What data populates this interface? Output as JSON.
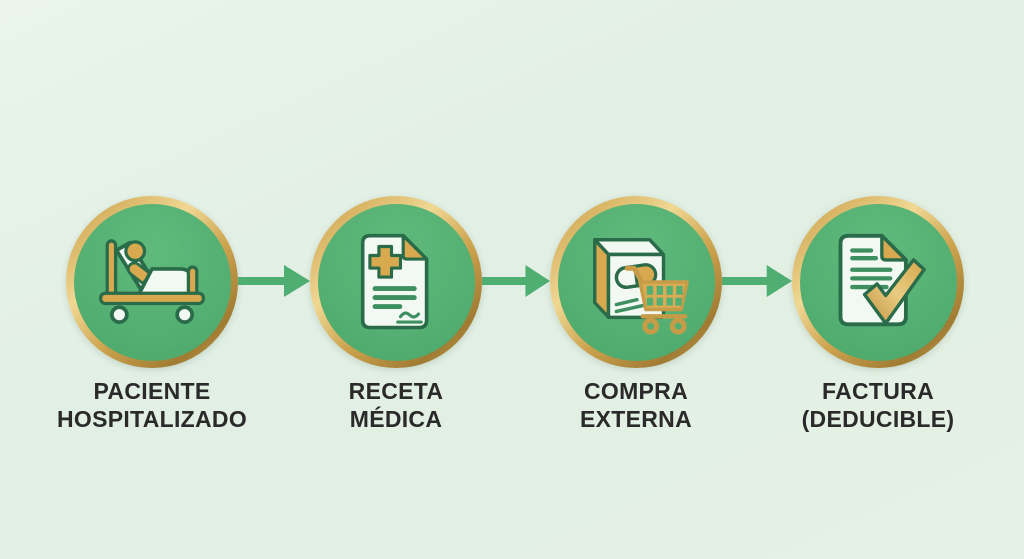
{
  "diagram": {
    "background_color": "#e4f1e6",
    "circle_fill_color": "#54b073",
    "ring_gold_color": "#c89c48",
    "arrow_color": "#4fae72",
    "label_color": "#2a2a2a",
    "icon_stroke_color": "#2a6b4a",
    "icon_gold_color": "#d9a94f",
    "icon_paper_color": "#f2f8f2"
  },
  "steps": [
    {
      "id": "paciente-hospitalizado",
      "line1": "PACIENTE",
      "line2": "HOSPITALIZADO",
      "icon": "hospital-bed-icon"
    },
    {
      "id": "receta-medica",
      "line1": "RECETA",
      "line2": "MÉDICA",
      "icon": "prescription-document-icon"
    },
    {
      "id": "compra-externa",
      "line1": "COMPRA",
      "line2": "EXTERNA",
      "icon": "medicine-box-shopping-cart-icon"
    },
    {
      "id": "factura-deducible",
      "line1": "FACTURA",
      "line2": "(DEDUCIBLE)",
      "icon": "invoice-checkmark-icon"
    }
  ],
  "arrows": [
    {
      "from": "paciente-hospitalizado",
      "to": "receta-medica"
    },
    {
      "from": "receta-medica",
      "to": "compra-externa"
    },
    {
      "from": "compra-externa",
      "to": "factura-deducible"
    }
  ]
}
